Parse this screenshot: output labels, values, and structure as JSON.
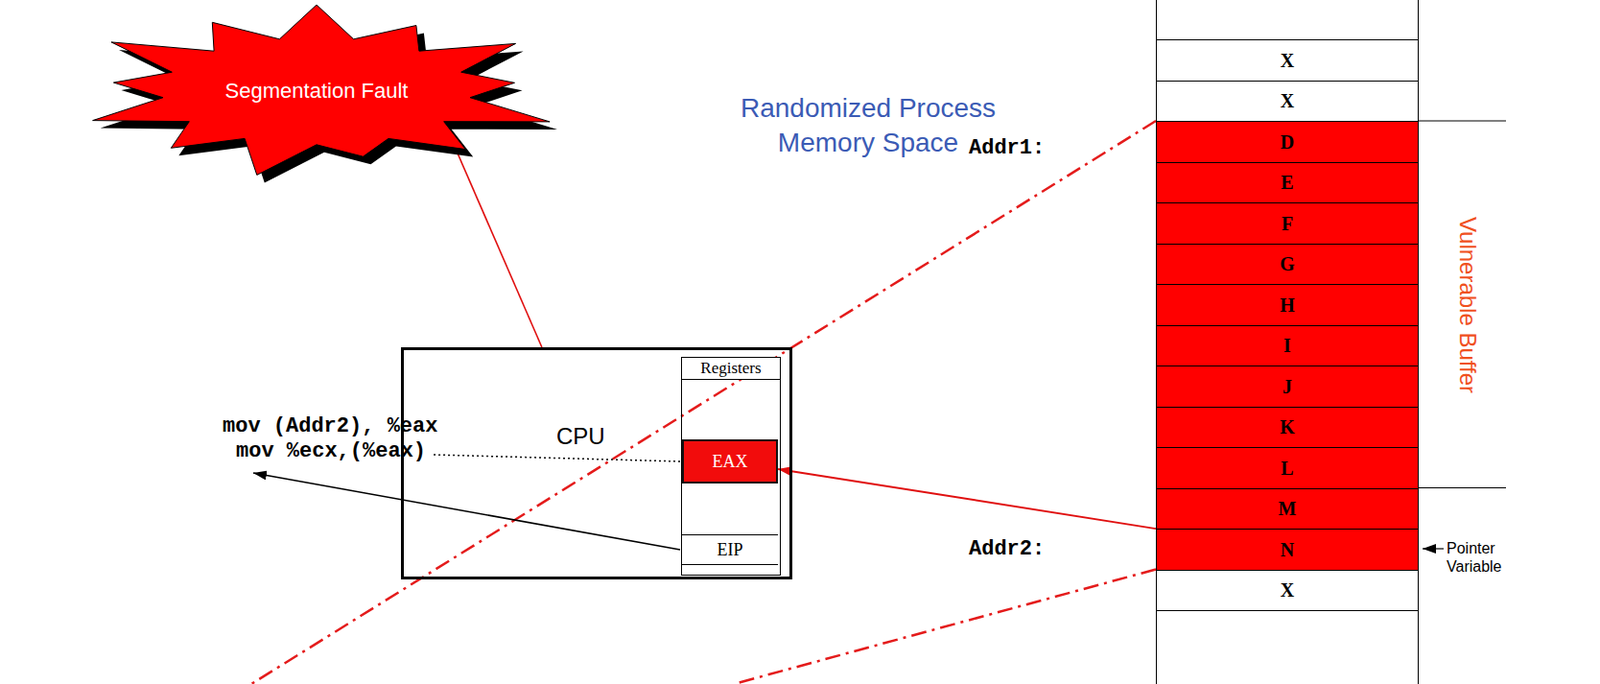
{
  "diagram": {
    "nodes": [
      {
        "text": [
          "Segmentation Fault"
        ]
      },
      {
        "text": [
          "CPU"
        ]
      },
      {
        "text": [
          "Registers"
        ],
        "in": 1
      },
      {
        "text": [
          "EAX"
        ],
        "in": 2
      },
      {
        "text": [
          "EIP"
        ],
        "in": 2
      },
      {
        "text": [
          "X"
        ]
      },
      {
        "text": [
          "X"
        ]
      },
      {
        "text": [
          "D"
        ]
      },
      {
        "text": [
          "E"
        ]
      },
      {
        "text": [
          "F"
        ]
      },
      {
        "text": [
          "G"
        ]
      },
      {
        "text": [
          "H"
        ]
      },
      {
        "text": [
          "I"
        ]
      },
      {
        "text": [
          "J"
        ]
      },
      {
        "text": [
          "K"
        ]
      },
      {
        "text": [
          "L"
        ]
      },
      {
        "text": [
          "M"
        ]
      },
      {
        "text": [
          "N"
        ]
      },
      {
        "text": [
          "X"
        ]
      }
    ],
    "edges": [
      {
        "from": 1,
        "to": 0,
        "arrow": "none"
      },
      {
        "from": 17,
        "to": 3,
        "arrow": "to"
      }
    ],
    "labels": [
      "mov (Addr2), %eax",
      "mov %ecx,(%eax)",
      "Randomized Process Memory Space",
      "Addr1:",
      "Addr2:",
      "Vulnerable Buffer",
      "Pointer Variable"
    ]
  }
}
